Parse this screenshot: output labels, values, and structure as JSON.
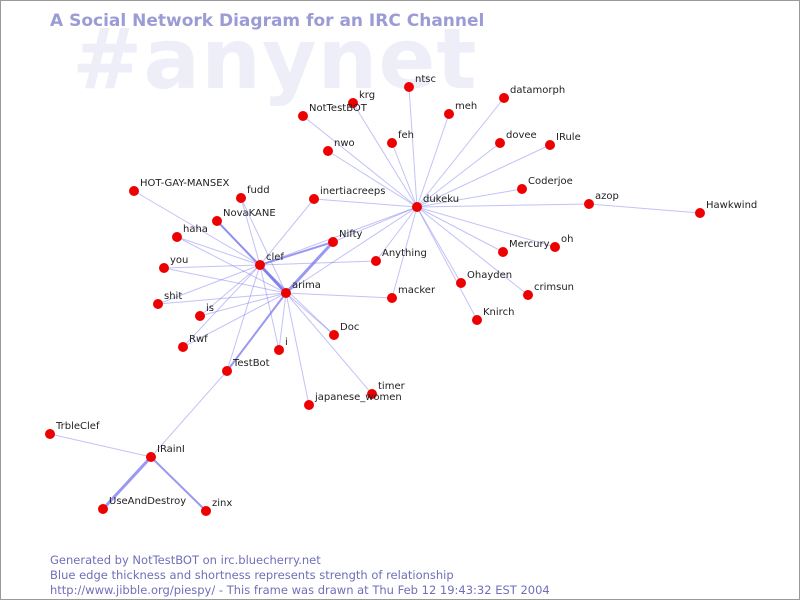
{
  "watermark": "#anynet",
  "title": "A Social Network Diagram for an IRC Channel",
  "nodes": [
    {
      "id": "ntsc",
      "label": "ntsc"
    },
    {
      "id": "krg",
      "label": "krg"
    },
    {
      "id": "datamorph",
      "label": "datamorph"
    },
    {
      "id": "NotTestBOT",
      "label": "NotTestBOT"
    },
    {
      "id": "meh",
      "label": "meh"
    },
    {
      "id": "feh",
      "label": "feh"
    },
    {
      "id": "dovee",
      "label": "dovee"
    },
    {
      "id": "IRule",
      "label": "IRule"
    },
    {
      "id": "nwo",
      "label": "nwo"
    },
    {
      "id": "Coderjoe",
      "label": "Coderjoe"
    },
    {
      "id": "HOT-GAY-MANSEX",
      "label": "HOT-GAY-MANSEX"
    },
    {
      "id": "fudd",
      "label": "fudd"
    },
    {
      "id": "inertiacreeps",
      "label": "inertiacreeps"
    },
    {
      "id": "azop",
      "label": "azop"
    },
    {
      "id": "dukeku",
      "label": "dukeku"
    },
    {
      "id": "Hawkwind",
      "label": "Hawkwind"
    },
    {
      "id": "NovaKANE",
      "label": "NovaKANE"
    },
    {
      "id": "haha",
      "label": "haha"
    },
    {
      "id": "Nifty",
      "label": "Nifty"
    },
    {
      "id": "oh",
      "label": "oh"
    },
    {
      "id": "Mercury",
      "label": "Mercury"
    },
    {
      "id": "clef",
      "label": "clef"
    },
    {
      "id": "Anything",
      "label": "Anything"
    },
    {
      "id": "you",
      "label": "you"
    },
    {
      "id": "Ohayden",
      "label": "Ohayden"
    },
    {
      "id": "arima",
      "label": "arima"
    },
    {
      "id": "crimsun",
      "label": "crimsun"
    },
    {
      "id": "macker",
      "label": "macker"
    },
    {
      "id": "shit",
      "label": "shit"
    },
    {
      "id": "is",
      "label": "is"
    },
    {
      "id": "Knirch",
      "label": "Knirch"
    },
    {
      "id": "Doc",
      "label": "Doc"
    },
    {
      "id": "Rwf",
      "label": "Rwf"
    },
    {
      "id": "i",
      "label": "i"
    },
    {
      "id": "TestBot",
      "label": "TestBot"
    },
    {
      "id": "timer",
      "label": "timer"
    },
    {
      "id": "japanese_women",
      "label": "japanese_women"
    },
    {
      "id": "TrbleClef",
      "label": "TrbleClef"
    },
    {
      "id": "IRainI",
      "label": "IRainI"
    },
    {
      "id": "UseAndDestroy",
      "label": "UseAndDestroy"
    },
    {
      "id": "zinx",
      "label": "zinx"
    }
  ],
  "edges": [
    {
      "from": "dukeku",
      "to": "ntsc",
      "strength": 1
    },
    {
      "from": "dukeku",
      "to": "krg",
      "strength": 1
    },
    {
      "from": "dukeku",
      "to": "datamorph",
      "strength": 1
    },
    {
      "from": "dukeku",
      "to": "NotTestBOT",
      "strength": 1
    },
    {
      "from": "dukeku",
      "to": "meh",
      "strength": 1
    },
    {
      "from": "dukeku",
      "to": "feh",
      "strength": 1
    },
    {
      "from": "dukeku",
      "to": "dovee",
      "strength": 1
    },
    {
      "from": "dukeku",
      "to": "IRule",
      "strength": 1
    },
    {
      "from": "dukeku",
      "to": "nwo",
      "strength": 1
    },
    {
      "from": "dukeku",
      "to": "Coderjoe",
      "strength": 1
    },
    {
      "from": "dukeku",
      "to": "inertiacreeps",
      "strength": 1
    },
    {
      "from": "dukeku",
      "to": "azop",
      "strength": 1
    },
    {
      "from": "dukeku",
      "to": "Mercury",
      "strength": 1
    },
    {
      "from": "dukeku",
      "to": "oh",
      "strength": 1
    },
    {
      "from": "dukeku",
      "to": "Ohayden",
      "strength": 1
    },
    {
      "from": "dukeku",
      "to": "crimsun",
      "strength": 1
    },
    {
      "from": "dukeku",
      "to": "Knirch",
      "strength": 1
    },
    {
      "from": "dukeku",
      "to": "macker",
      "strength": 1
    },
    {
      "from": "dukeku",
      "to": "Anything",
      "strength": 1
    },
    {
      "from": "dukeku",
      "to": "Nifty",
      "strength": 1
    },
    {
      "from": "dukeku",
      "to": "clef",
      "strength": 1
    },
    {
      "from": "dukeku",
      "to": "arima",
      "strength": 1
    },
    {
      "from": "azop",
      "to": "Hawkwind",
      "strength": 1
    },
    {
      "from": "clef",
      "to": "HOT-GAY-MANSEX",
      "strength": 1
    },
    {
      "from": "clef",
      "to": "fudd",
      "strength": 1
    },
    {
      "from": "clef",
      "to": "NovaKANE",
      "strength": 1
    },
    {
      "from": "clef",
      "to": "haha",
      "strength": 1
    },
    {
      "from": "clef",
      "to": "you",
      "strength": 1
    },
    {
      "from": "clef",
      "to": "shit",
      "strength": 1
    },
    {
      "from": "clef",
      "to": "is",
      "strength": 1
    },
    {
      "from": "clef",
      "to": "Rwf",
      "strength": 1
    },
    {
      "from": "clef",
      "to": "i",
      "strength": 1
    },
    {
      "from": "clef",
      "to": "TestBot",
      "strength": 1
    },
    {
      "from": "clef",
      "to": "Nifty",
      "strength": 2
    },
    {
      "from": "clef",
      "to": "arima",
      "strength": 3
    },
    {
      "from": "clef",
      "to": "inertiacreeps",
      "strength": 1
    },
    {
      "from": "clef",
      "to": "Anything",
      "strength": 1
    },
    {
      "from": "clef",
      "to": "Doc",
      "strength": 1
    },
    {
      "from": "arima",
      "to": "NovaKANE",
      "strength": 2
    },
    {
      "from": "arima",
      "to": "haha",
      "strength": 1
    },
    {
      "from": "arima",
      "to": "you",
      "strength": 1
    },
    {
      "from": "arima",
      "to": "shit",
      "strength": 1
    },
    {
      "from": "arima",
      "to": "is",
      "strength": 1
    },
    {
      "from": "arima",
      "to": "Rwf",
      "strength": 1
    },
    {
      "from": "arima",
      "to": "i",
      "strength": 1
    },
    {
      "from": "arima",
      "to": "TestBot",
      "strength": 2
    },
    {
      "from": "arima",
      "to": "Nifty",
      "strength": 3
    },
    {
      "from": "arima",
      "to": "macker",
      "strength": 1
    },
    {
      "from": "arima",
      "to": "Doc",
      "strength": 1
    },
    {
      "from": "arima",
      "to": "timer",
      "strength": 1
    },
    {
      "from": "arima",
      "to": "japanese_women",
      "strength": 1
    },
    {
      "from": "arima",
      "to": "fudd",
      "strength": 1
    },
    {
      "from": "TestBot",
      "to": "IRainI",
      "strength": 1
    },
    {
      "from": "IRainI",
      "to": "TrbleClef",
      "strength": 1
    },
    {
      "from": "IRainI",
      "to": "UseAndDestroy",
      "strength": 3
    },
    {
      "from": "IRainI",
      "to": "zinx",
      "strength": 2
    }
  ],
  "footer": {
    "line1": "Generated by NotTestBOT on irc.bluecherry.net",
    "line2": "Blue edge thickness and shortness represents strength of relationship",
    "line3": "http://www.jibble.org/piespy/ - This frame was drawn at Thu Feb 12 19:43:32 EST 2004"
  },
  "colors": {
    "node": "#ee0000",
    "edge": "#7777ee",
    "title": "#9b9bd6",
    "watermark": "#eeeef9",
    "footer": "#6f6fb8"
  }
}
